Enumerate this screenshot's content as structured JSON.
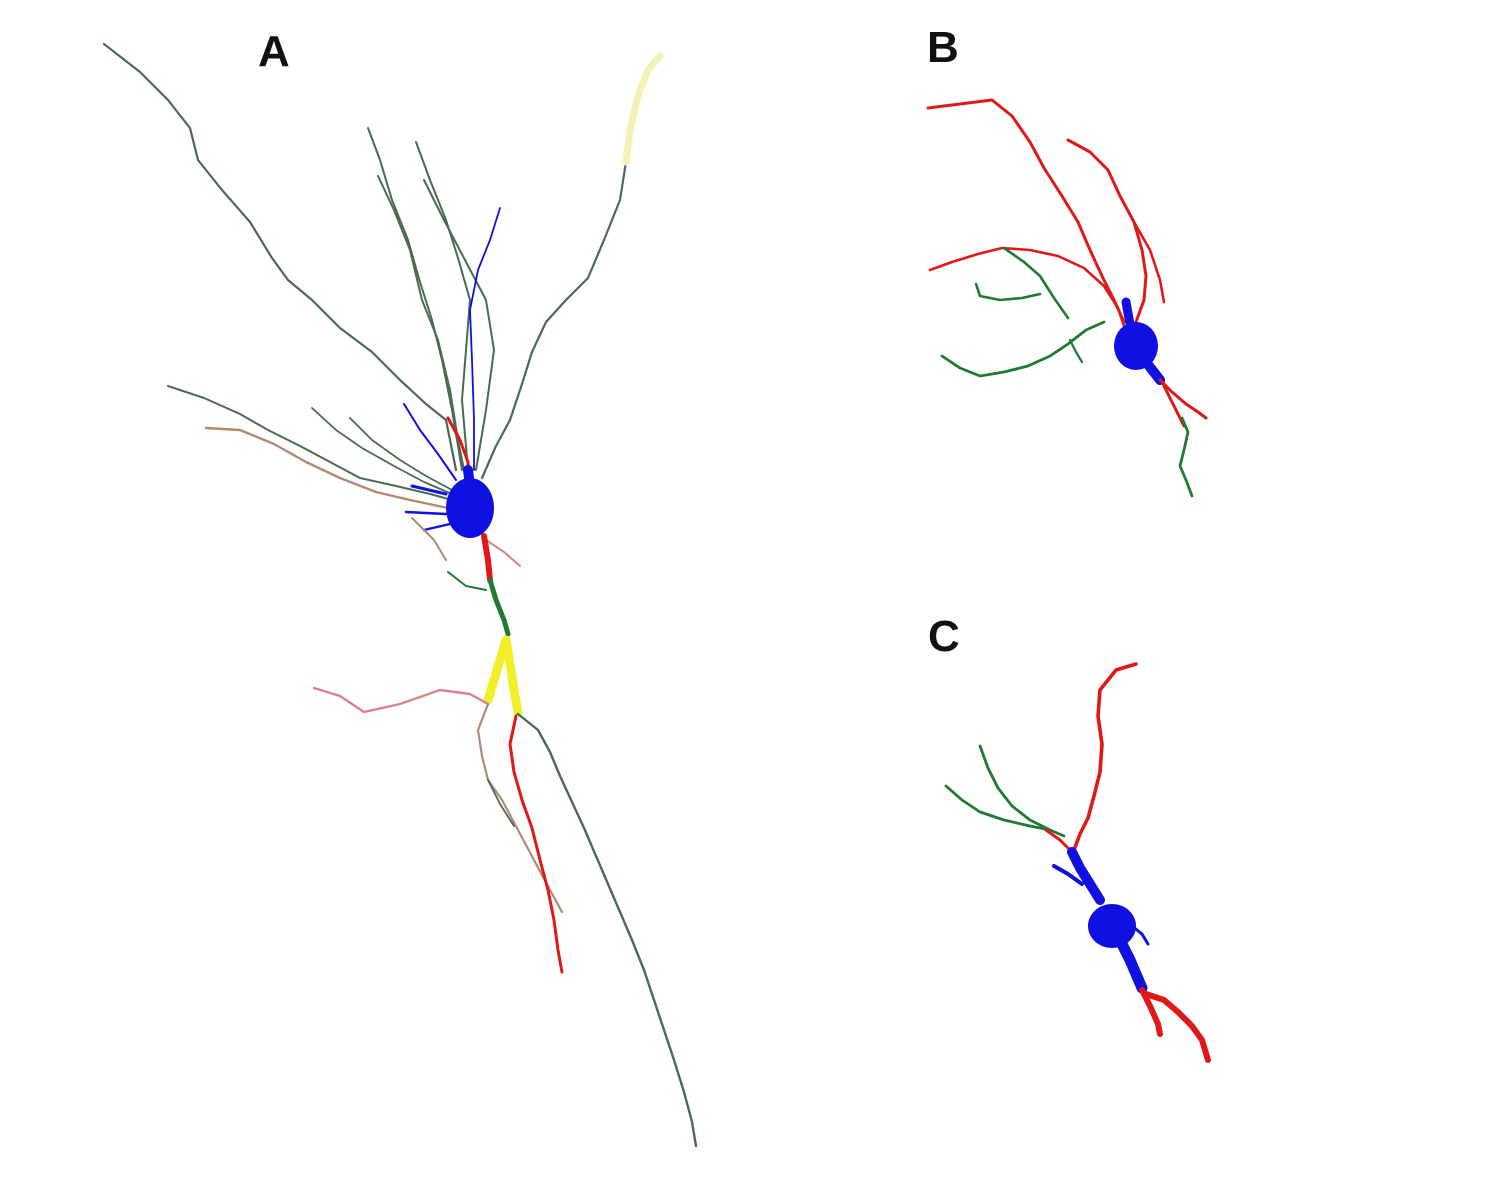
{
  "panels": {
    "a": {
      "label": "A"
    },
    "b": {
      "label": "B"
    },
    "c": {
      "label": "C"
    }
  },
  "colors": {
    "soma": "#1010e0",
    "red": "#e01818",
    "green": "#1f7a32",
    "yellow": "#f2ee2a",
    "pale_yellow": "#f3f1b6",
    "pink": "#d9828e",
    "tan": "#b28a6e",
    "gray_green": "#4a6a52"
  }
}
